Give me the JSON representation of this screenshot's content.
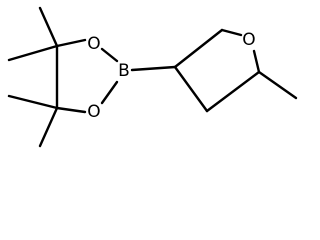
{
  "molecule": {
    "atoms": {
      "dioxaborolane_o_top": "O",
      "dioxaborolane_o_bottom": "O",
      "boron": "B",
      "oxolane_o": "O"
    }
  }
}
